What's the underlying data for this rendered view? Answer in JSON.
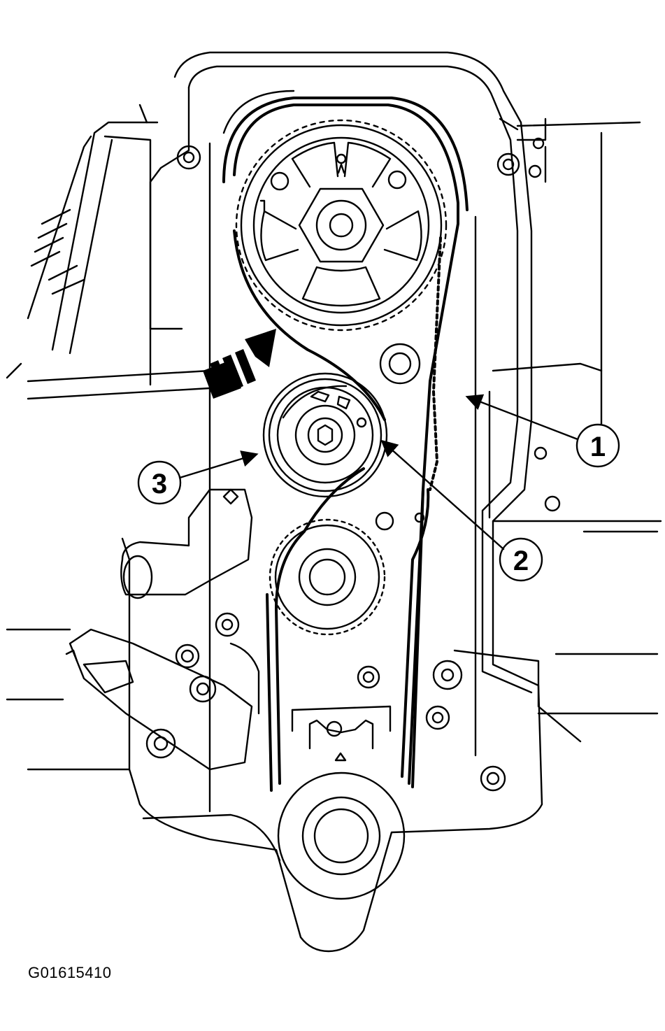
{
  "figure_id": "G01615410",
  "callouts": [
    {
      "id": "1",
      "label": "1"
    },
    {
      "id": "2",
      "label": "2"
    },
    {
      "id": "3",
      "label": "3"
    }
  ],
  "colors": {
    "ink": "#000000",
    "paper": "#ffffff"
  }
}
